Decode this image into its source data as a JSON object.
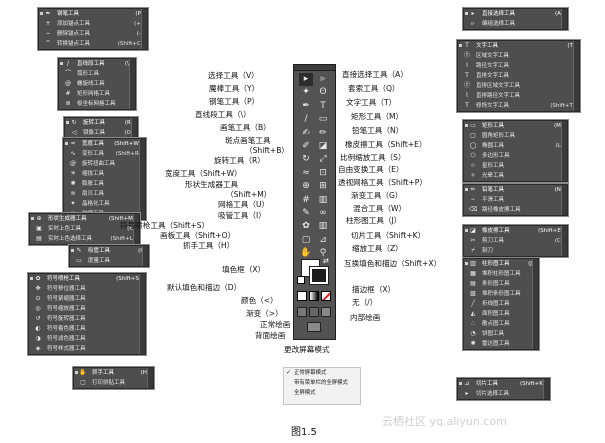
{
  "flyouts": {
    "pen": [
      {
        "icon": "✒",
        "label": "钢笔工具",
        "key": "(P)"
      },
      {
        "icon": "+",
        "label": "添加锚点工具",
        "key": "(+)"
      },
      {
        "icon": "−",
        "label": "删除锚点工具",
        "key": "(-)"
      },
      {
        "icon": "^",
        "label": "转换锚点工具",
        "key": "(Shift+C)"
      }
    ],
    "line": [
      {
        "icon": "/",
        "label": "直线段工具",
        "key": "(\\)"
      },
      {
        "icon": "⌒",
        "label": "弧形工具",
        "key": ""
      },
      {
        "icon": "@",
        "label": "螺旋线工具",
        "key": ""
      },
      {
        "icon": "#",
        "label": "矩形网格工具",
        "key": ""
      },
      {
        "icon": "⊛",
        "label": "极坐标网格工具",
        "key": ""
      }
    ],
    "rotate": [
      {
        "icon": "↻",
        "label": "旋转工具",
        "key": "(R)"
      },
      {
        "icon": "◁",
        "label": "镜像工具",
        "key": "(O)"
      }
    ],
    "width": [
      {
        "icon": "≈",
        "label": "宽度工具",
        "key": "(Shift+W)"
      },
      {
        "icon": "∿",
        "label": "变形工具",
        "key": "(Shift+R)"
      },
      {
        "icon": "@",
        "label": "旋转扭曲工具",
        "key": ""
      },
      {
        "icon": "✳",
        "label": "缩拢工具",
        "key": ""
      },
      {
        "icon": "✺",
        "label": "膨胀工具",
        "key": ""
      },
      {
        "icon": "≋",
        "label": "扇贝工具",
        "key": ""
      },
      {
        "icon": "✦",
        "label": "晶格化工具",
        "key": ""
      },
      {
        "icon": "≡",
        "label": "皱褶工具",
        "key": ""
      }
    ],
    "shapebuilder": [
      {
        "icon": "⊕",
        "label": "形状生成器工具",
        "key": "(Shift+M)"
      },
      {
        "icon": "▣",
        "label": "实时上色工具",
        "key": "(K)"
      },
      {
        "icon": "▤",
        "label": "实时上色选择工具",
        "key": "(Shift+L)"
      }
    ],
    "eyedropper": [
      {
        "icon": "✎",
        "label": "吸管工具",
        "key": "(I)"
      },
      {
        "icon": "▭",
        "label": "度量工具",
        "key": ""
      }
    ],
    "symbol": [
      {
        "icon": "✿",
        "label": "符号喷枪工具",
        "key": "(Shift+S)"
      },
      {
        "icon": "✥",
        "label": "符号移位器工具",
        "key": ""
      },
      {
        "icon": "⊙",
        "label": "符号紧缩器工具",
        "key": ""
      },
      {
        "icon": "◎",
        "label": "符号缩放器工具",
        "key": ""
      },
      {
        "icon": "↺",
        "label": "符号旋转器工具",
        "key": ""
      },
      {
        "icon": "◐",
        "label": "符号着色器工具",
        "key": ""
      },
      {
        "icon": "◑",
        "label": "符号滤色器工具",
        "key": ""
      },
      {
        "icon": "◈",
        "label": "符号样式器工具",
        "key": ""
      }
    ],
    "hand": [
      {
        "icon": "✋",
        "label": "抓手工具",
        "key": "(H)"
      },
      {
        "icon": "▢",
        "label": "打印拼贴工具",
        "key": ""
      }
    ],
    "directselect": [
      {
        "icon": "▸",
        "label": "直接选择工具",
        "key": "(A)"
      },
      {
        "icon": "▹",
        "label": "编组选择工具",
        "key": ""
      }
    ],
    "type": [
      {
        "icon": "T",
        "label": "文字工具",
        "key": "(T)"
      },
      {
        "icon": "Ⓣ",
        "label": "区域文字工具",
        "key": ""
      },
      {
        "icon": "⌇",
        "label": "路径文字工具",
        "key": ""
      },
      {
        "icon": "T",
        "label": "直排文字工具",
        "key": ""
      },
      {
        "icon": "Ⓣ",
        "label": "直排区域文字工具",
        "key": ""
      },
      {
        "icon": "⌇",
        "label": "直排路径文字工具",
        "key": ""
      },
      {
        "icon": "T",
        "label": "修饰文字工具",
        "key": "(Shift+T)"
      }
    ],
    "rect": [
      {
        "icon": "▭",
        "label": "矩形工具",
        "key": "(M)"
      },
      {
        "icon": "▢",
        "label": "圆角矩形工具",
        "key": ""
      },
      {
        "icon": "◯",
        "label": "椭圆工具",
        "key": "(L)"
      },
      {
        "icon": "⬡",
        "label": "多边形工具",
        "key": ""
      },
      {
        "icon": "☆",
        "label": "星形工具",
        "key": ""
      },
      {
        "icon": "✧",
        "label": "光晕工具",
        "key": ""
      }
    ],
    "pencil": [
      {
        "icon": "✏",
        "label": "铅笔工具",
        "key": "(N)"
      },
      {
        "icon": "∽",
        "label": "平滑工具",
        "key": ""
      },
      {
        "icon": "⌫",
        "label": "路径橡皮擦工具",
        "key": ""
      }
    ],
    "eraser": [
      {
        "icon": "◪",
        "label": "橡皮擦工具",
        "key": "(Shift+E)"
      },
      {
        "icon": "✂",
        "label": "剪刀工具",
        "key": "(C)"
      },
      {
        "icon": "⌿",
        "label": "刻刀",
        "key": ""
      }
    ],
    "graph": [
      {
        "icon": "▥",
        "label": "柱形图工具",
        "key": "(J)"
      },
      {
        "icon": "▦",
        "label": "堆积柱形图工具",
        "key": ""
      },
      {
        "icon": "▤",
        "label": "条形图工具",
        "key": ""
      },
      {
        "icon": "▧",
        "label": "堆积条形图工具",
        "key": ""
      },
      {
        "icon": "╱",
        "label": "折线图工具",
        "key": ""
      },
      {
        "icon": "◭",
        "label": "面积图工具",
        "key": ""
      },
      {
        "icon": "∴",
        "label": "散点图工具",
        "key": ""
      },
      {
        "icon": "◔",
        "label": "饼图工具",
        "key": ""
      },
      {
        "icon": "✺",
        "label": "雷达图工具",
        "key": ""
      }
    ],
    "slice": [
      {
        "icon": "⊿",
        "label": "切片工具",
        "key": "(Shift+K)"
      },
      {
        "icon": "▸",
        "label": "切片选择工具",
        "key": ""
      }
    ]
  },
  "left_labels": [
    "选择工具（V）",
    "魔棒工具（Y）",
    "钢笔工具（P）",
    "直线段工具（\\）",
    "画笔工具（B）",
    "斑点画笔工具",
    "（Shift+B）",
    "旋转工具（R）",
    "宽度工具（Shift+W）",
    "形状生成器工具",
    "（Shift+M）",
    "网格工具（U）",
    "吸管工具（I）",
    "符号喷枪工具（Shift+S）",
    "画板工具（Shift+O）",
    "抓手工具（H）",
    "填色框（X）",
    "默认填色和描边（D）",
    "颜色（<）",
    "渐变（>）",
    "正常绘画",
    "背面绘画"
  ],
  "right_labels": [
    "直接选择工具（A）",
    "套索工具（Q）",
    "文字工具（T）",
    "矩形工具（M）",
    "铅笔工具（N）",
    "橡皮擦工具（Shift+E）",
    "比例缩放工具（S）",
    "自由变换工具（E）",
    "透视网格工具（Shift+P）",
    "渐变工具（G）",
    "混合工具（W）",
    "柱形图工具（J）",
    "切片工具（Shift+K）",
    "缩放工具（Z）",
    "互换填色和描边（Shift+X）",
    "描边框（X）",
    "无（/）",
    "内部绘画",
    "更改屏幕模式"
  ],
  "screen_mode_menu": [
    {
      "label": "正常屏幕模式",
      "checked": true
    },
    {
      "label": "带有菜单栏的全屏模式",
      "checked": false
    },
    {
      "label": "全屏模式",
      "checked": false
    }
  ],
  "toolbar_tools": {
    "left": [
      "▸",
      "✦",
      "✒",
      "/",
      "✍",
      "✐",
      "↻",
      "≈",
      "⊕",
      "#",
      "✎",
      "✿",
      "▢",
      "✋"
    ],
    "right": [
      "▹",
      "ʘ",
      "T",
      "▭",
      "✏",
      "◪",
      "⤢",
      "⊡",
      "⊞",
      "▥",
      "∞",
      "▥",
      "⊿",
      "⚲"
    ]
  },
  "caption": "图1.5",
  "watermark": "云栖社区 yq.aliyun.com",
  "colors": {
    "panel": "#535353",
    "flyout": "#4e4e4e"
  }
}
